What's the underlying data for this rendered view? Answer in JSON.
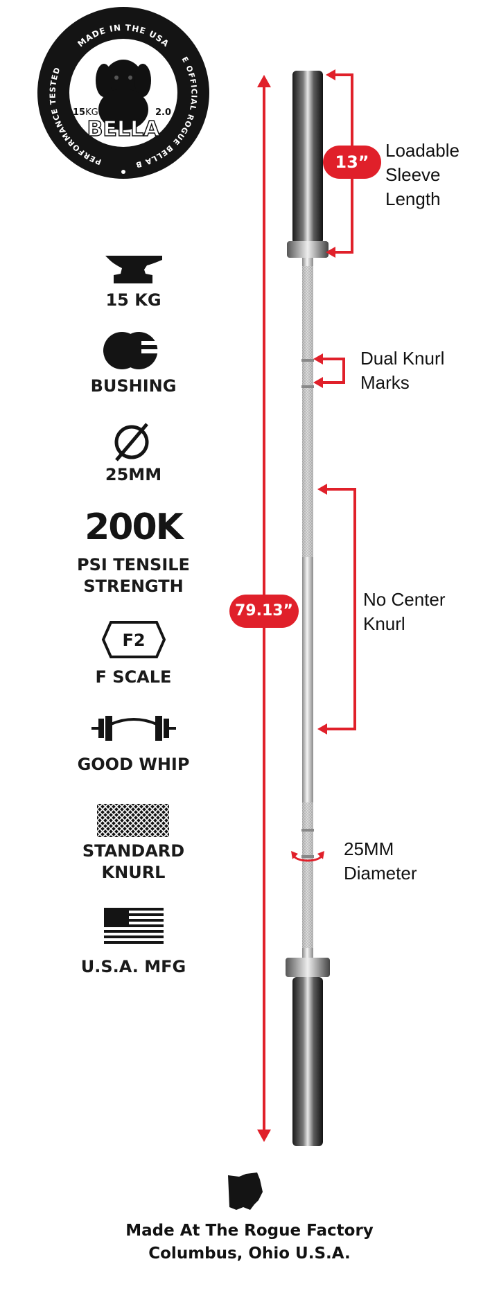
{
  "badge": {
    "top_text": "MADE IN THE USA",
    "left_text": "PERFORMANCE TESTED",
    "right_text": "THE OFFICIAL ROGUE BELLA BAR",
    "weight_num": "15",
    "weight_unit": "KG",
    "version": "2.0",
    "name": "BELLA"
  },
  "specs": [
    {
      "icon": "anvil-icon",
      "label_lines": [
        "15 KG"
      ]
    },
    {
      "icon": "bushing-icon",
      "label_lines": [
        "BUSHING"
      ]
    },
    {
      "icon": "diameter-icon",
      "label_lines": [
        "25MM"
      ]
    },
    {
      "icon": "big-text",
      "big": "200K",
      "label_lines": [
        "PSI TENSILE",
        "STRENGTH"
      ]
    },
    {
      "icon": "f2-hexagon-icon",
      "badge": "F2",
      "label_lines": [
        "F SCALE"
      ]
    },
    {
      "icon": "whip-barbell-icon",
      "label_lines": [
        "GOOD WHIP"
      ]
    },
    {
      "icon": "knurl-pattern-icon",
      "label_lines": [
        "STANDARD",
        "KNURL"
      ]
    },
    {
      "icon": "us-flag-icon",
      "label_lines": [
        "U.S.A. MFG"
      ]
    }
  ],
  "measurements": {
    "overall_length": "79.13”",
    "sleeve_length": "13”"
  },
  "callouts": {
    "sleeve": [
      "Loadable",
      "Sleeve",
      "Length"
    ],
    "knurl_marks": [
      "Dual Knurl",
      "Marks"
    ],
    "center": [
      "No Center",
      "Knurl"
    ],
    "diameter": [
      "25MM",
      "Diameter"
    ]
  },
  "footer": {
    "icon": "ohio-state-icon",
    "line1": "Made At The Rogue Factory",
    "line2": "Columbus, Ohio U.S.A."
  },
  "colors": {
    "accent_red": "#e0202a",
    "black": "#141414",
    "chrome": "#c8c8c8"
  }
}
